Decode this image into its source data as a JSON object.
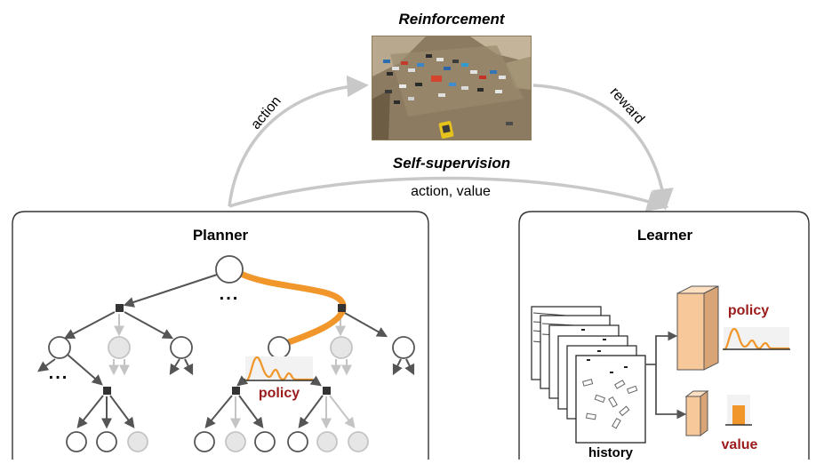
{
  "reinforcement_label": "Reinforcement",
  "self_supervision_label": "Self-supervision",
  "edges": {
    "action": "action",
    "reward": "reward",
    "action_value": "action, value"
  },
  "planner": {
    "title": "Planner",
    "ellipsis_top": "...",
    "ellipsis_left": "...",
    "policy_label": "policy"
  },
  "learner": {
    "title": "Learner",
    "history_label": "history",
    "policy_label": "policy",
    "value_label": "value"
  },
  "colors": {
    "highlight_path": "#f0962a",
    "policy_text": "#9b1c1c",
    "arrow_gray": "#c8c8c8",
    "node_dark": "#555555",
    "node_faded": "#e6e6e6",
    "tensor_face": "#f7c89a"
  },
  "image": "aerial driving simulator scene with cars"
}
